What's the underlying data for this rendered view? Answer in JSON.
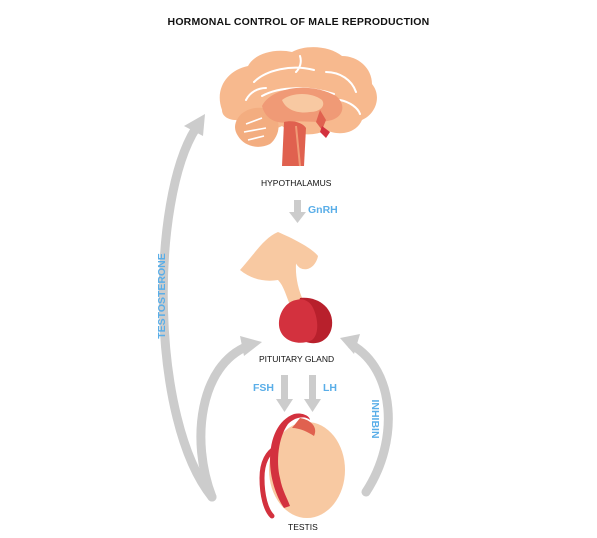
{
  "title": "HORMONAL CONTROL OF MALE REPRODUCTION",
  "labels": {
    "hypothalamus": "HYPOTHALAMUS",
    "pituitary": "PITUITARY GLAND",
    "testis": "TESTIS"
  },
  "hormones": {
    "gnrh": "GnRH",
    "fsh": "FSH",
    "lh": "LH",
    "testosterone": "TESTOSTERONE",
    "inhibin": "INHIBIN"
  },
  "colors": {
    "hormone_text": "#5aaee8",
    "arrow": "#cccccc",
    "brain_light": "#f7b98e",
    "brain_mid": "#f09a76",
    "brain_dark": "#e0614f",
    "gland_red": "#d3313e",
    "gland_dark": "#b8202c",
    "skin": "#f8c9a2"
  }
}
